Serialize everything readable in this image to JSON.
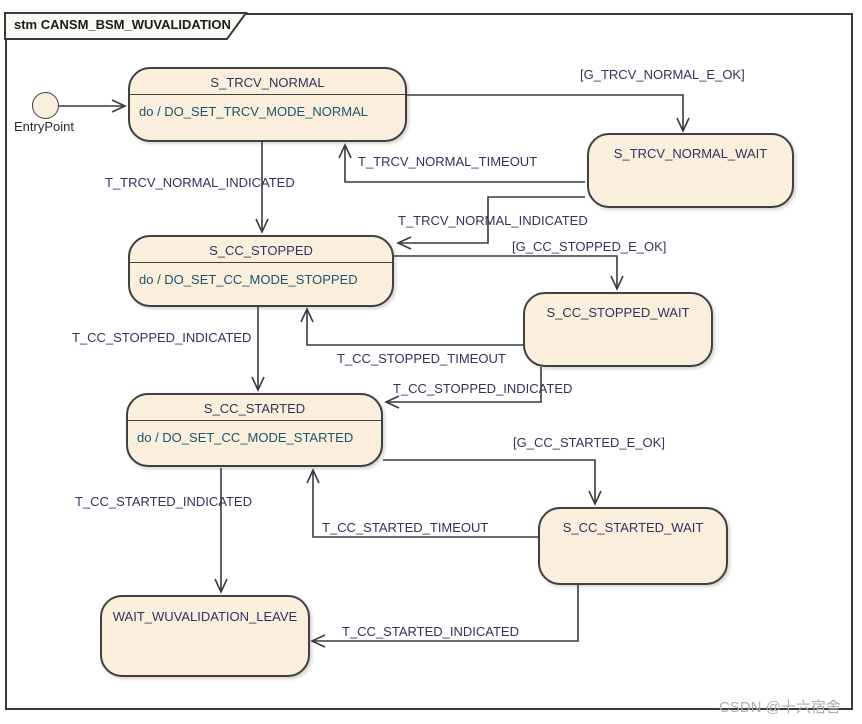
{
  "frame": {
    "title": "stm CANSM_BSM_WUVALIDATION"
  },
  "entry_point": {
    "label": "EntryPoint"
  },
  "states": [
    {
      "title": "S_TRCV_NORMAL",
      "action": "do / DO_SET_TRCV_MODE_NORMAL"
    },
    {
      "title": "S_TRCV_NORMAL_WAIT"
    },
    {
      "title": "S_CC_STOPPED",
      "action": "do / DO_SET_CC_MODE_STOPPED"
    },
    {
      "title": "S_CC_STOPPED_WAIT"
    },
    {
      "title": "S_CC_STARTED",
      "action": "do / DO_SET_CC_MODE_STARTED"
    },
    {
      "title": "S_CC_STARTED_WAIT"
    },
    {
      "title": "WAIT_WUVALIDATION_LEAVE"
    }
  ],
  "transitions": [
    {
      "label": "[G_TRCV_NORMAL_E_OK]",
      "from": "S_TRCV_NORMAL",
      "to": "S_TRCV_NORMAL_WAIT"
    },
    {
      "label": "T_TRCV_NORMAL_TIMEOUT",
      "from": "S_TRCV_NORMAL_WAIT",
      "to": "S_TRCV_NORMAL"
    },
    {
      "label": "T_TRCV_NORMAL_INDICATED",
      "from": "S_TRCV_NORMAL",
      "to": "S_CC_STOPPED"
    },
    {
      "label": "T_TRCV_NORMAL_INDICATED",
      "from": "S_TRCV_NORMAL_WAIT",
      "to": "S_CC_STOPPED"
    },
    {
      "label": "[G_CC_STOPPED_E_OK]",
      "from": "S_CC_STOPPED",
      "to": "S_CC_STOPPED_WAIT"
    },
    {
      "label": "T_CC_STOPPED_INDICATED",
      "from": "S_CC_STOPPED",
      "to": "S_CC_STARTED"
    },
    {
      "label": "T_CC_STOPPED_TIMEOUT",
      "from": "S_CC_STOPPED_WAIT",
      "to": "S_CC_STOPPED"
    },
    {
      "label": "T_CC_STOPPED_INDICATED",
      "from": "S_CC_STOPPED_WAIT",
      "to": "S_CC_STARTED"
    },
    {
      "label": "[G_CC_STARTED_E_OK]",
      "from": "S_CC_STARTED",
      "to": "S_CC_STARTED_WAIT"
    },
    {
      "label": "T_CC_STARTED_TIMEOUT",
      "from": "S_CC_STARTED_WAIT",
      "to": "S_CC_STARTED"
    },
    {
      "label": "T_CC_STARTED_INDICATED",
      "from": "S_CC_STARTED",
      "to": "WAIT_WUVALIDATION_LEAVE"
    },
    {
      "label": "T_CC_STARTED_INDICATED",
      "from": "S_CC_STARTED_WAIT",
      "to": "WAIT_WUVALIDATION_LEAVE"
    }
  ],
  "watermark": "CSDN @十六宿舍",
  "colors": {
    "state_fill": "#FAEEDC",
    "state_border": "#404040",
    "line": "#3A3A3A",
    "title_text": "#32325A",
    "action_text": "#20566A",
    "label_text": "#32325A",
    "tab_fill": "#FBF9F4",
    "watermark": "#B5ABAB"
  }
}
